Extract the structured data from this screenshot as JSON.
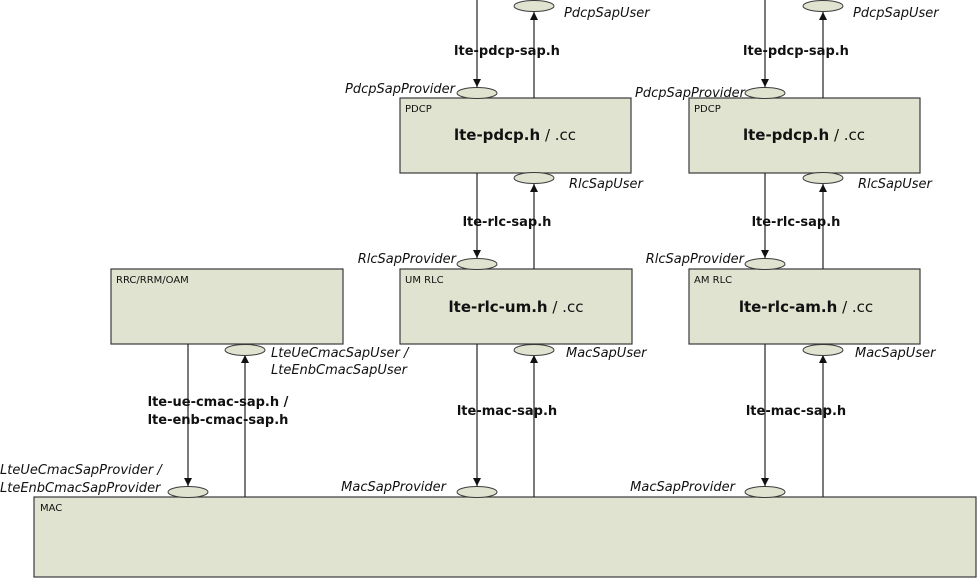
{
  "blocks": {
    "pdcp_um": {
      "tag": "PDCP",
      "title_bold": "lte-pdcp.h",
      "title_rest": " / .cc"
    },
    "pdcp_am": {
      "tag": "PDCP",
      "title_bold": "lte-pdcp.h",
      "title_rest": " / .cc"
    },
    "rlc_um": {
      "tag": "UM RLC",
      "title_bold": "lte-rlc-um.h",
      "title_rest": " / .cc"
    },
    "rlc_am": {
      "tag": "AM RLC",
      "title_bold": "lte-rlc-am.h",
      "title_rest": " / .cc"
    },
    "rrc": {
      "tag": "RRC/RRM/OAM"
    },
    "mac": {
      "tag": "MAC"
    }
  },
  "headers": {
    "pdcp_sap_left": "lte-pdcp-sap.h",
    "pdcp_sap_right": "lte-pdcp-sap.h",
    "rlc_sap_left": "lte-rlc-sap.h",
    "rlc_sap_right": "lte-rlc-sap.h",
    "mac_sap_left": "lte-mac-sap.h",
    "mac_sap_right": "lte-mac-sap.h",
    "cmac_sap_line1": "lte-ue-cmac-sap.h /",
    "cmac_sap_line2": "lte-enb-cmac-sap.h"
  },
  "sap_labels": {
    "pdcp_user_left": "PdcpSapUser",
    "pdcp_user_right": "PdcpSapUser",
    "pdcp_provider_left": "PdcpSapProvider",
    "pdcp_provider_right": "PdcpSapProvider",
    "rlc_user_left": "RlcSapUser",
    "rlc_user_right": "RlcSapUser",
    "rlc_provider_left": "RlcSapProvider",
    "rlc_provider_right": "RlcSapProvider",
    "mac_user_left": "MacSapUser",
    "mac_user_right": "MacSapUser",
    "mac_provider_left": "MacSapProvider",
    "mac_provider_right": "MacSapProvider",
    "cmac_user_line1": "LteUeCmacSapUser /",
    "cmac_user_line2": "LteEnbCmacSapUser",
    "cmac_provider_line1": "LteUeCmacSapProvider /",
    "cmac_provider_line2": "LteEnbCmacSapProvider"
  },
  "colors": {
    "block_fill": "#dfe3d0",
    "stroke": "#3a3a3a"
  }
}
